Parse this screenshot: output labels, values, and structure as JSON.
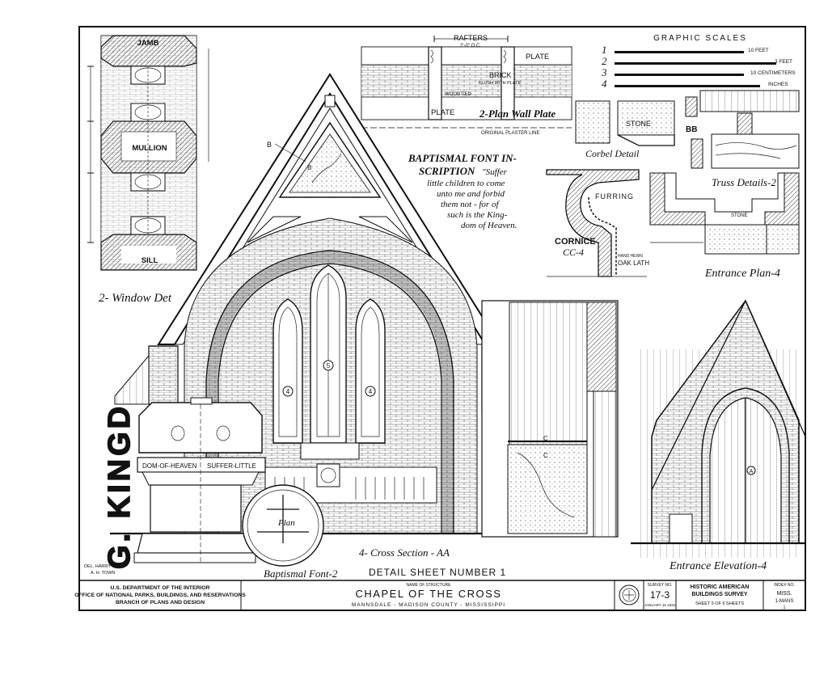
{
  "labels": {
    "jamb": "JAMB",
    "mullion": "MULLION",
    "sill": "SILL",
    "window_detail": "2- Window Det",
    "rafters": "RAFTERS",
    "rafters_spacing": "2'-0\" O.C.",
    "plate_top": "PLATE",
    "brick": "BRICK",
    "brick_note": "FLUSH WITH PLATE",
    "wood_tied": "WOODTIED",
    "plate_bottom": "PLATE",
    "plan_wall_plate": "2-Plan Wall Plate",
    "original_plaster_line": "ORIGINAL PLASTER LINE",
    "graphic_scales": "GRAPHIC SCALES",
    "scale_1": "1",
    "scale_2": "2",
    "scale_3": "3",
    "scale_4": "4",
    "scale_10_feet": "10 FEET",
    "scale_3_feet": "3 FEET",
    "scale_10_cm": "10 CENTIMETERS",
    "scale_inches": "INCHES",
    "stone": "STONE",
    "bb": "BB",
    "corbel_detail": "Corbel Detail",
    "truss_details": "Truss Details-2",
    "font_inscription_title_1": "BAPTISMAL FONT IN-",
    "font_inscription_title_2": "SCRIPTION",
    "inscription_1": "\"Suffer",
    "inscription_2": "little children to come",
    "inscription_3": "unto me and forbid",
    "inscription_4": "them not - for of",
    "inscription_5": "such is the King-",
    "inscription_6": "dom of Heaven.",
    "furring": "FURRING",
    "cornice": "CORNICE",
    "cornice_cc": "CC-4",
    "hand_hewn": "HAND HEWN",
    "oak_lath": "OAK LATH",
    "entrance_plan": "Entrance Plan-4",
    "stone_small": "STONE",
    "section_b": "B",
    "section_b2": "B",
    "section_c": "C",
    "section_c2": "C",
    "window_4a": "4",
    "window_5": "5",
    "window_4b": "4",
    "entrance_a": "A",
    "vertical_kingd": "G. KINGD",
    "font_band_left": "DOM-OF-HEAVEN",
    "font_band_right": "SUFFER-LITTLE",
    "plan_small": "Plan",
    "cross_section": "4- Cross Section - AA",
    "baptismal_font": "Baptismal Font-2",
    "detail_sheet": "DETAIL SHEET NUMBER 1",
    "entrance_elevation": "Entrance Elevation-4",
    "del_line1": "DEL. HARRY WEIR",
    "del_line2": "A. H. TOWN"
  },
  "title_block": {
    "agency_1": "U.S. DEPARTMENT OF THE INTERIOR",
    "agency_2": "OFFICE OF NATIONAL PARKS, BUILDINGS, AND RESERVATIONS",
    "agency_3": "BRANCH OF PLANS AND DESIGN",
    "name_label": "NAME OF STRUCTURE",
    "structure_name": "CHAPEL OF THE CROSS",
    "location": "MANNSDALE - MADISON COUNTY - MISSISSIPPI",
    "survey_label": "SURVEY NO.",
    "survey_no": "17-3",
    "date": "JANUARY 15 1934",
    "habs_1": "HISTORIC AMERICAN",
    "habs_2": "BUILDINGS SURVEY",
    "sheet_info": "SHEET 5 OF 6 SHEETS",
    "index_label": "INDEX NO.",
    "index_1": "MISS.",
    "index_2": "1-MANS",
    "index_3": "1"
  }
}
